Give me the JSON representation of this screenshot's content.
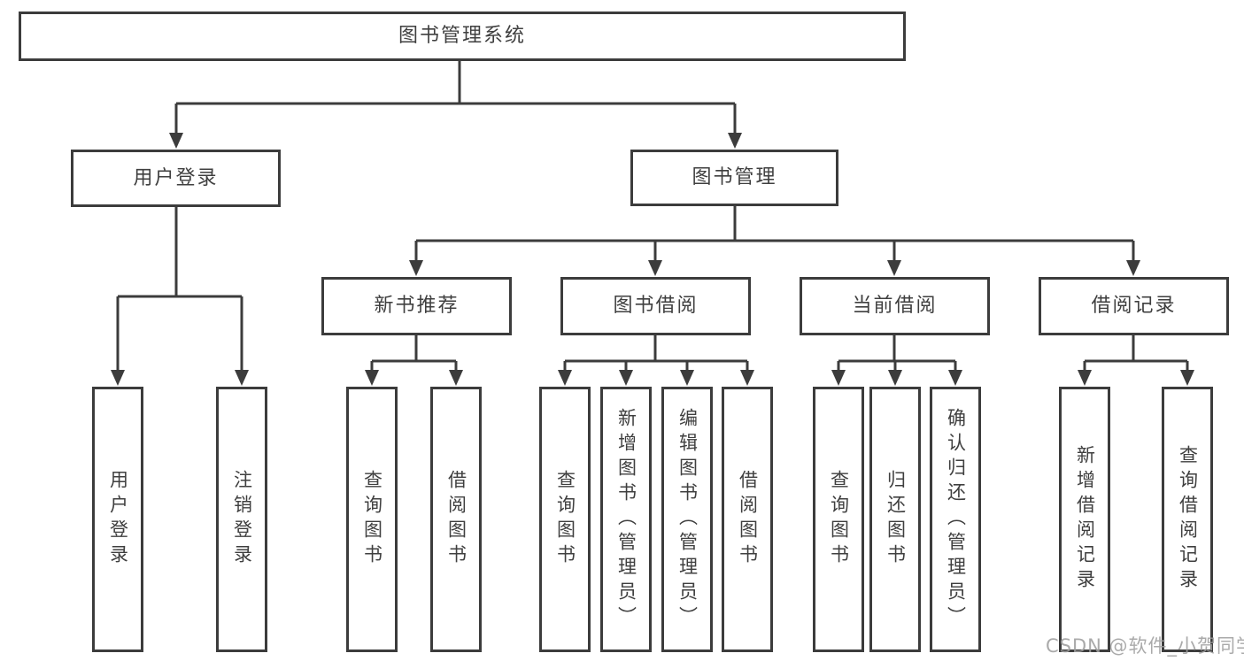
{
  "diagram": {
    "type": "hierarchy-tree",
    "title": "图书管理系统",
    "watermark": "CSDN @软件_小贺同学",
    "colors": {
      "background": "#ffffff",
      "line": "#3c3c3c",
      "box_border": "#3c3c3c",
      "text": "#3f3f3f",
      "watermark": "#9e9e9e"
    },
    "nodes": {
      "root": {
        "label": "图书管理系统",
        "level": 1
      },
      "user_login": {
        "label": "用户登录",
        "level": 2,
        "parent": "root"
      },
      "book_mgmt": {
        "label": "图书管理",
        "level": 2,
        "parent": "root"
      },
      "new_book_rec": {
        "label": "新书推荐",
        "level": 3,
        "parent": "book_mgmt"
      },
      "book_borrowing": {
        "label": "图书借阅",
        "level": 3,
        "parent": "book_mgmt"
      },
      "current_borrowing": {
        "label": "当前借阅",
        "level": 3,
        "parent": "book_mgmt"
      },
      "borrowing_records": {
        "label": "借阅记录",
        "level": 3,
        "parent": "book_mgmt"
      },
      "leaf_user_login": {
        "label": "用户登录",
        "level": 4,
        "parent": "user_login"
      },
      "leaf_logout": {
        "label": "注销登录",
        "level": 4,
        "parent": "user_login"
      },
      "leaf_nbr_query": {
        "label": "查询图书",
        "level": 4,
        "parent": "new_book_rec"
      },
      "leaf_nbr_borrow": {
        "label": "借阅图书",
        "level": 4,
        "parent": "new_book_rec"
      },
      "leaf_bb_query": {
        "label": "查询图书",
        "level": 4,
        "parent": "book_borrowing"
      },
      "leaf_bb_add": {
        "label": "新增图书（管理员）",
        "level": 4,
        "parent": "book_borrowing"
      },
      "leaf_bb_edit": {
        "label": "编辑图书（管理员）",
        "level": 4,
        "parent": "book_borrowing"
      },
      "leaf_bb_borrow": {
        "label": "借阅图书",
        "level": 4,
        "parent": "book_borrowing"
      },
      "leaf_cb_query": {
        "label": "查询图书",
        "level": 4,
        "parent": "current_borrowing"
      },
      "leaf_cb_return": {
        "label": "归还图书",
        "level": 4,
        "parent": "current_borrowing"
      },
      "leaf_cb_confirm": {
        "label": "确认归还（管理员）",
        "level": 4,
        "parent": "current_borrowing"
      },
      "leaf_br_add": {
        "label": "新增借阅记录",
        "level": 4,
        "parent": "borrowing_records"
      },
      "leaf_br_query": {
        "label": "查询借阅记录",
        "level": 4,
        "parent": "borrowing_records"
      }
    }
  }
}
